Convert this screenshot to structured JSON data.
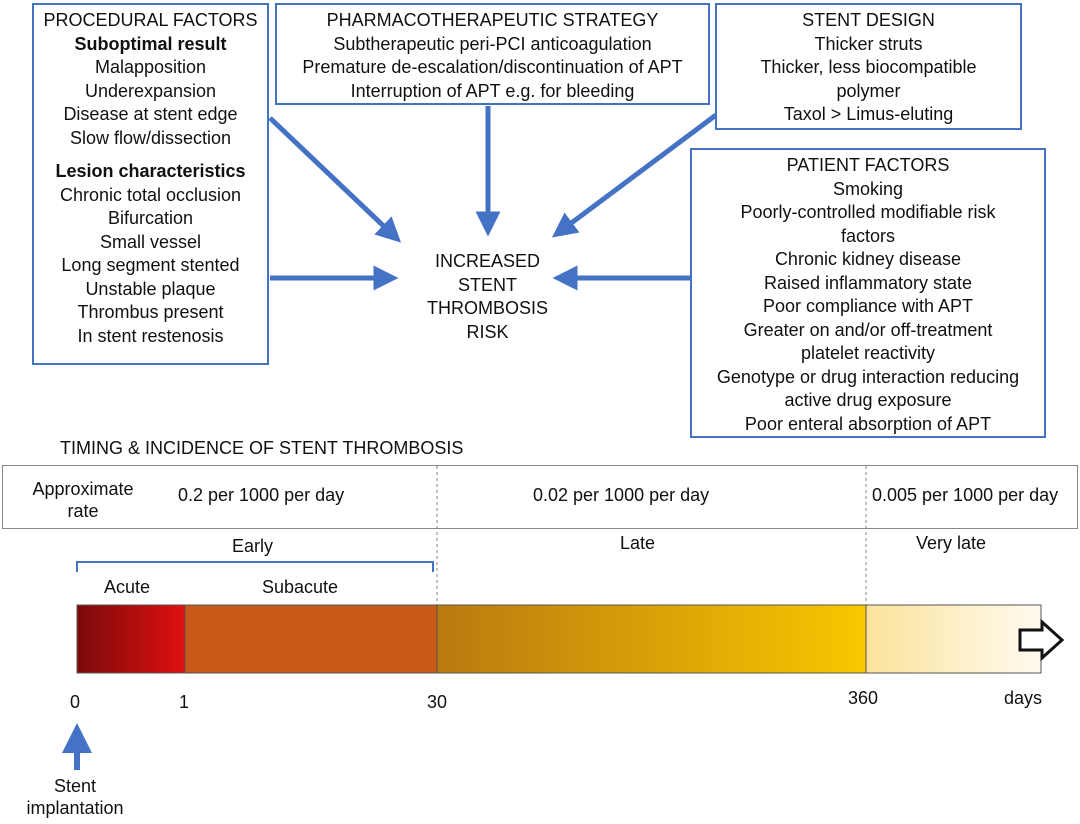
{
  "procedural": {
    "title": "PROCEDURAL FACTORS",
    "subheading1": "Suboptimal result",
    "items1": [
      "Malapposition",
      "Underexpansion",
      "Disease at stent edge",
      "Slow flow/dissection"
    ],
    "subheading2": "Lesion characteristics",
    "items2": [
      "Chronic total occlusion",
      "Bifurcation",
      "Small vessel",
      "Long segment stented",
      "Unstable plaque",
      "Thrombus present",
      "In stent restenosis"
    ]
  },
  "pharmacotherapeutic": {
    "title": "PHARMACOTHERAPEUTIC STRATEGY",
    "items": [
      "Subtherapeutic peri-PCI anticoagulation",
      "Premature de-escalation/discontinuation of APT",
      "Interruption of APT e.g. for bleeding"
    ]
  },
  "stent_design": {
    "title": "STENT DESIGN",
    "items": [
      "Thicker struts",
      "Thicker, less biocompatible",
      "polymer",
      "Taxol > Limus-eluting"
    ]
  },
  "patient": {
    "title": "PATIENT FACTORS",
    "items": [
      "Smoking",
      "Poorly-controlled modifiable risk",
      "factors",
      "Chronic kidney disease",
      "Raised inflammatory state",
      "Poor compliance with APT",
      "Greater on and/or off-treatment",
      "platelet reactivity",
      "Genotype or drug interaction reducing",
      "active drug exposure",
      "Poor enteral absorption of APT"
    ]
  },
  "center": {
    "lines": [
      "INCREASED",
      "STENT",
      "THROMBOSIS",
      "RISK"
    ]
  },
  "timing": {
    "title": "TIMING & INCIDENCE OF STENT THROMBOSIS",
    "rate_label_lines": [
      "Approximate",
      "rate"
    ],
    "rates": [
      "0.2 per 1000 per day",
      "0.02 per 1000 per day",
      "0.005 per 1000 per day"
    ],
    "periods": {
      "early": "Early",
      "late": "Late",
      "very_late": "Very late",
      "acute": "Acute",
      "subacute": "Subacute"
    },
    "ticks": [
      "0",
      "1",
      "30",
      "360",
      "days"
    ],
    "stent_implantation_lines": [
      "Stent",
      "implantation"
    ]
  },
  "colors": {
    "accent": "#4472c4",
    "acute_start": "#7a0a0a",
    "acute_end": "#e01010",
    "subacute": "#c85a1a",
    "late_start": "#b87a10",
    "late_end": "#f8c800",
    "very_late_start": "#fbe39a",
    "very_late_end": "#fffaf0"
  }
}
